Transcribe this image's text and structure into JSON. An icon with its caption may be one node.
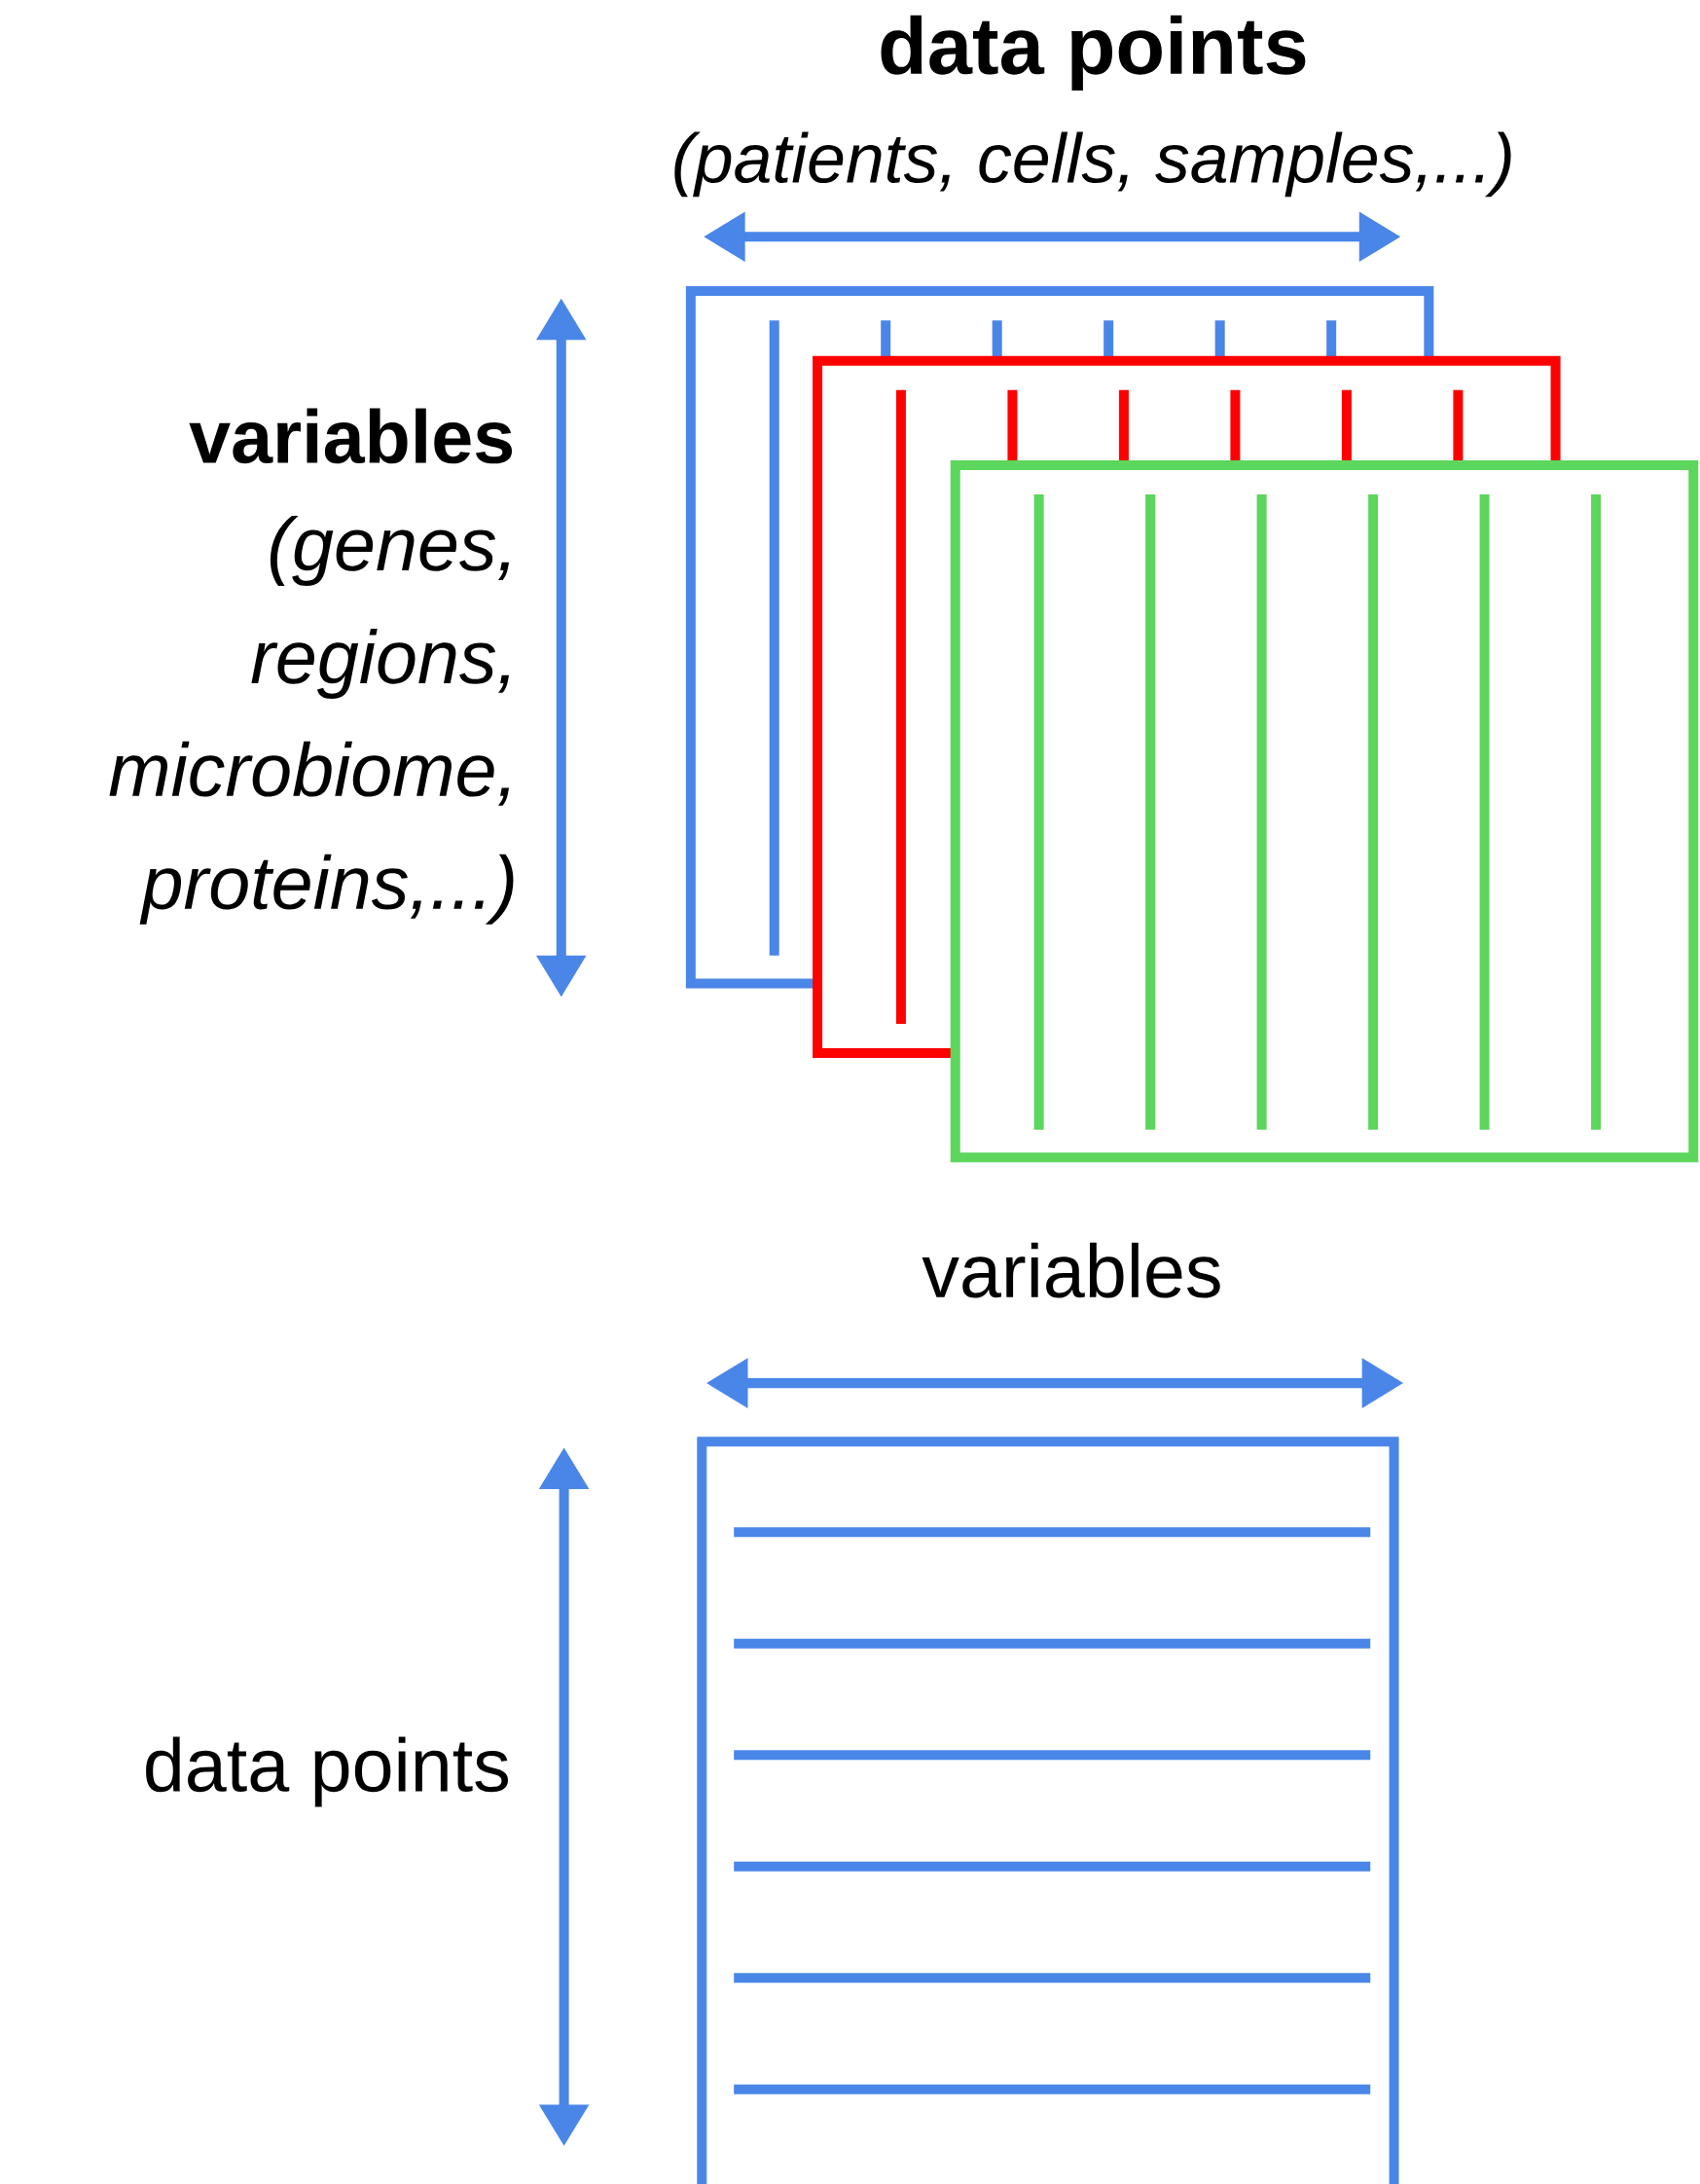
{
  "diagram": {
    "labels": [
      "data points",
      "(patients, cells, samples,...)",
      "variables",
      "(genes, regions, microbiome, proteins,...)",
      "variables",
      "data points"
    ]
  }
}
